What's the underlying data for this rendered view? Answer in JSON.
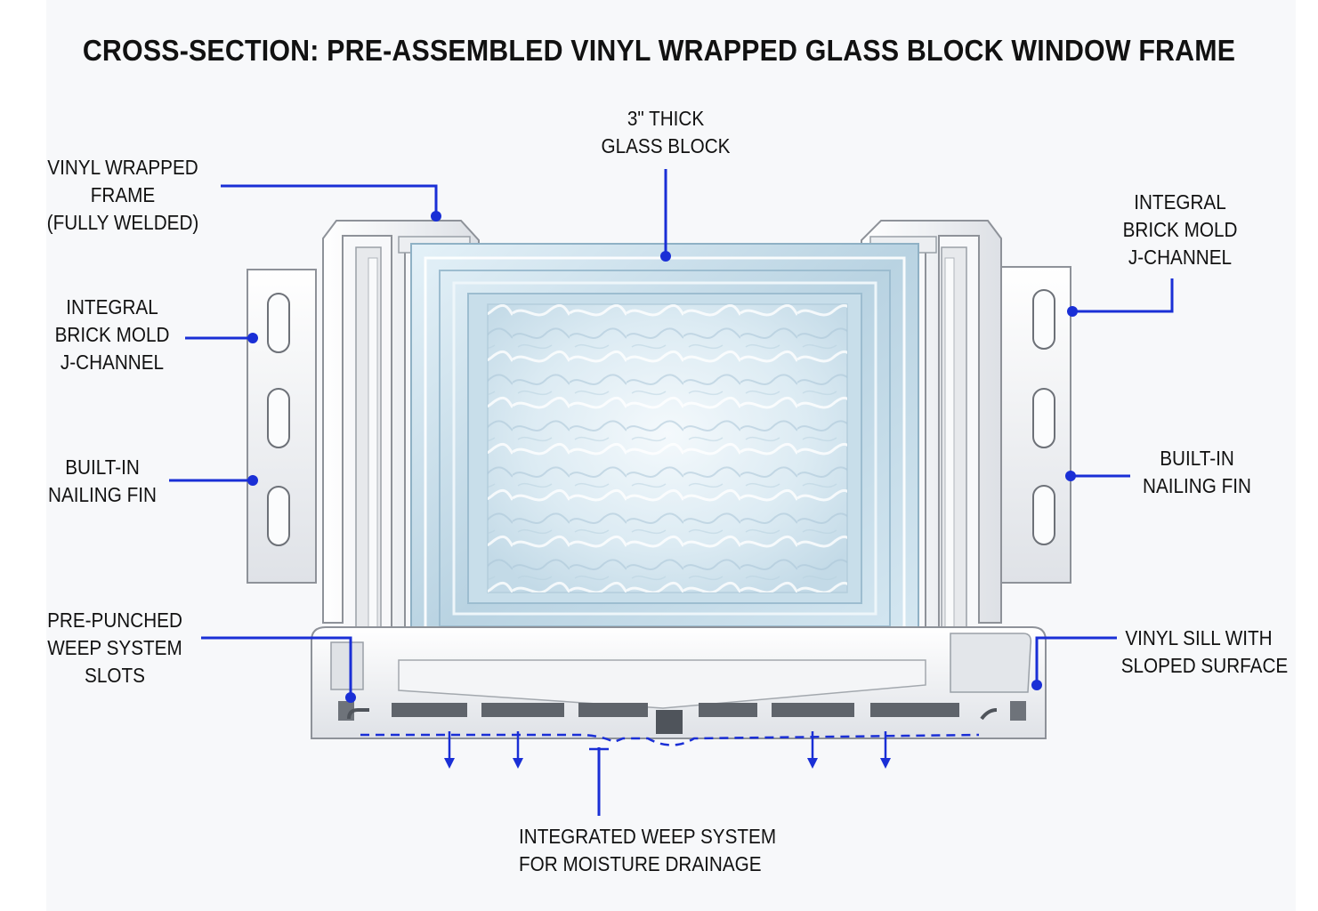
{
  "title": "CROSS-SECTION: PRE-ASSEMBLED VINYL WRAPPED GLASS BLOCK WINDOW FRAME",
  "colors": {
    "leader": "#1a2fd6",
    "vinyl": "#f2f3f5",
    "vinyl_edge": "#8e9299",
    "glass": "#cfe3ef",
    "background": "#f7f8fa"
  },
  "callouts": {
    "glass_block": {
      "lines": [
        "3\" THICK",
        "GLASS BLOCK"
      ]
    },
    "vinyl_frame": {
      "lines": [
        "VINYL WRAPPED",
        "FRAME",
        "(FULLY WELDED)"
      ]
    },
    "brick_mold_left": {
      "lines": [
        "INTEGRAL",
        "BRICK MOLD",
        "J-CHANNEL"
      ]
    },
    "brick_mold_right": {
      "lines": [
        "INTEGRAL",
        "BRICK MOLD",
        "J-CHANNEL"
      ]
    },
    "nailing_fin_left": {
      "lines": [
        "BUILT-IN",
        "NAILING FIN"
      ]
    },
    "nailing_fin_right": {
      "lines": [
        "BUILT-IN",
        "NAILING FIN"
      ]
    },
    "weep_slots": {
      "lines": [
        "PRE-PUNCHED",
        "WEEP SYSTEM",
        "SLOTS"
      ]
    },
    "sill": {
      "lines": [
        "VINYL SILL WITH",
        "SLOPED SURFACE"
      ]
    },
    "weep_system": {
      "lines": [
        "INTEGRATED WEEP SYSTEM",
        "FOR MOISTURE DRAINAGE"
      ]
    }
  }
}
